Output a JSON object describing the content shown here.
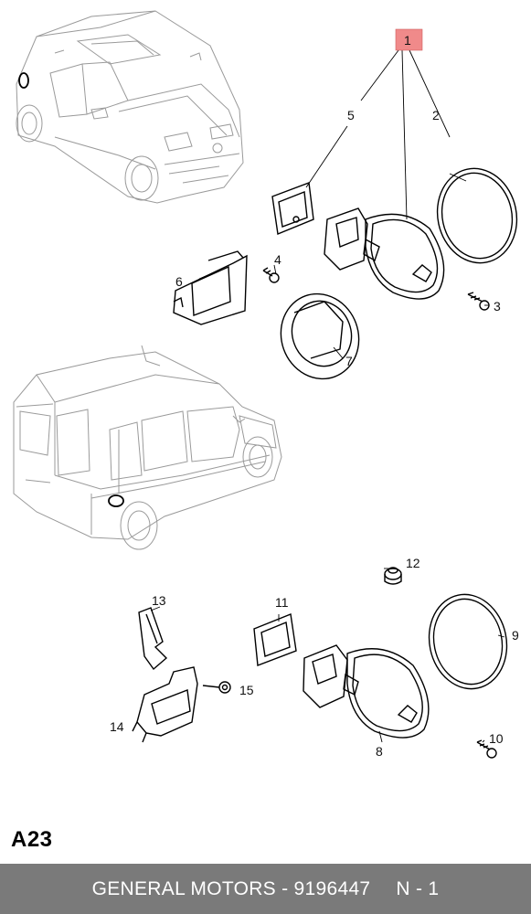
{
  "callouts": {
    "c1": "1",
    "c2": "2",
    "c3": "3",
    "c4": "4",
    "c5": "5",
    "c6": "6",
    "c7": "7",
    "c8": "8",
    "c9": "9",
    "c10": "10",
    "c11": "11",
    "c12": "12",
    "c13": "13",
    "c14": "14",
    "c15": "15"
  },
  "highlight_color": "#f08a8a",
  "sheet_code": "A23",
  "footer": {
    "brand": "GENERAL MOTORS",
    "separator": " - ",
    "part_number": "9196447",
    "quantity": "N - 1"
  }
}
